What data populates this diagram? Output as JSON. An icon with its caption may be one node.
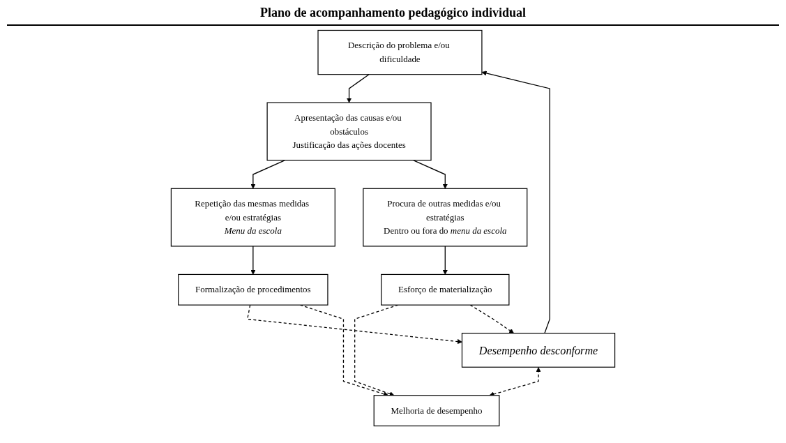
{
  "diagram": {
    "title": "Plano de acompanhamento pedagógico individual",
    "nodes": [
      {
        "text": [
          "Descrição do problema e/ou dificuldade"
        ]
      },
      {
        "text": [
          "Apresentação das causas e/ou obstáculos",
          "Justificação das ações docentes"
        ]
      },
      {
        "text": [
          "Desempenho desconforme"
        ]
      },
      {
        "text": [
          "Repetição das mesmas medidas e/ou estratégias",
          "Menu da escola"
        ]
      },
      {
        "text": [
          "Procura de outras medidas e/ou estratégias",
          "Dentro ou fora do *menu da escola*"
        ]
      },
      {
        "text": [
          "Formalização de procedimentos"
        ]
      },
      {
        "text": [
          "Melhoria de desempenho"
        ]
      },
      {
        "text": [
          "Esforço de materialização"
        ]
      }
    ],
    "edges": [
      {
        "from": 0,
        "to": 1,
        "arrow": "to"
      },
      {
        "from": 2,
        "to": 0,
        "arrow": "to"
      },
      {
        "from": 1,
        "to": 3,
        "arrow": "to"
      },
      {
        "from": 1,
        "to": 4,
        "arrow": "to"
      },
      {
        "from": 3,
        "to": 5,
        "arrow": "to"
      },
      {
        "from": 4,
        "to": 7,
        "arrow": "to"
      },
      {
        "from": 2,
        "to": 6,
        "arrow": "both",
        "style": "dashed"
      },
      {
        "from": 5,
        "to": 2,
        "arrow": "to",
        "style": "dashed"
      },
      {
        "from": 5,
        "to": 6,
        "arrow": "to",
        "style": "dashed"
      },
      {
        "from": 7,
        "to": 6,
        "arrow": "to",
        "style": "dashed"
      },
      {
        "from": 7,
        "to": 2,
        "arrow": "to",
        "style": "dashed"
      }
    ]
  }
}
